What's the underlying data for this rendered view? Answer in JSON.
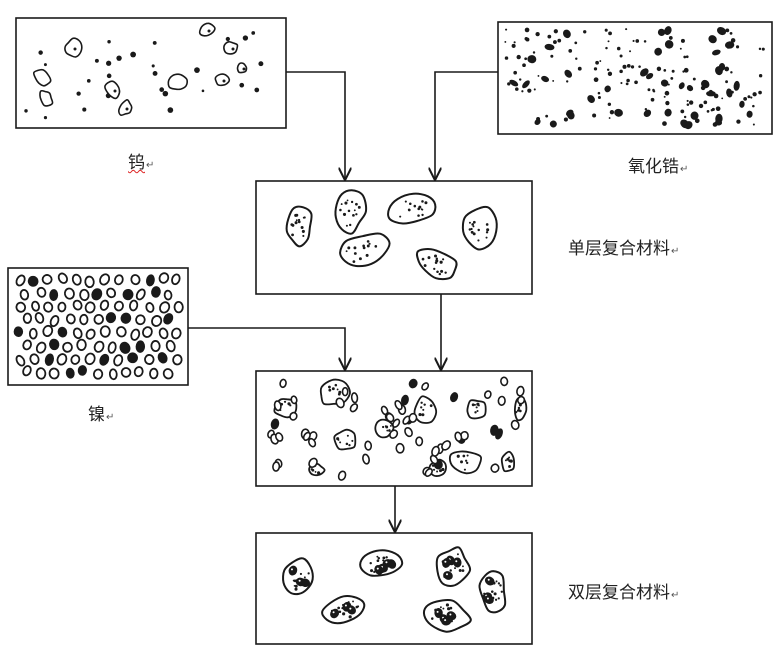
{
  "labels": {
    "tungsten": "钨",
    "zirconia": "氧化锆",
    "single_layer": "单层复合材料",
    "nickel": "镍",
    "double_layer": "双层复合材料",
    "return_mark": "↵"
  },
  "colors": {
    "line": "#1a1a1a",
    "box_fill": "#ffffff",
    "speckle": "#1a1a1a"
  }
}
